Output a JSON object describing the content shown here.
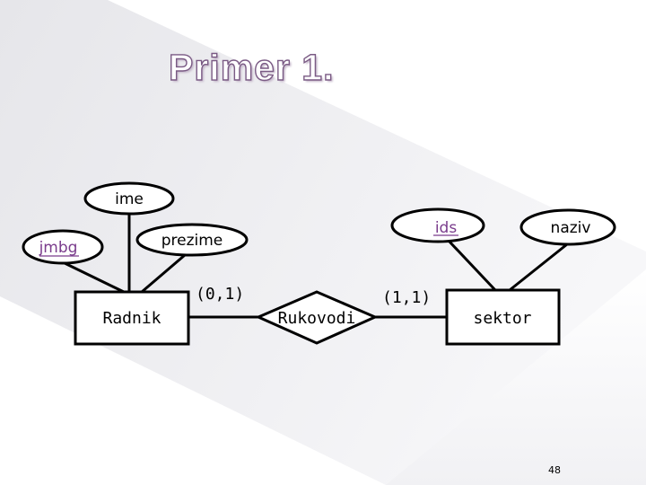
{
  "slide": {
    "title": "Primer 1.",
    "page_number": "48"
  },
  "diagram": {
    "entities": [
      {
        "id": "radnik",
        "label": "Radnik"
      },
      {
        "id": "sektor",
        "label": "sektor"
      }
    ],
    "relationships": [
      {
        "id": "rukovodi",
        "label": "Rukovodi"
      }
    ],
    "attributes": [
      {
        "id": "ime",
        "label": "ime",
        "entity": "radnik",
        "key": false
      },
      {
        "id": "jmbg",
        "label": "jmbg",
        "entity": "radnik",
        "key": true
      },
      {
        "id": "prezime",
        "label": "prezime",
        "entity": "radnik",
        "key": false
      },
      {
        "id": "ids",
        "label": "ids",
        "entity": "sektor",
        "key": true
      },
      {
        "id": "naziv",
        "label": "naziv",
        "entity": "sektor",
        "key": false
      }
    ],
    "cardinalities": [
      {
        "id": "card-radnik",
        "label": "(0,1)"
      },
      {
        "id": "card-sektor",
        "label": "(1,1)"
      }
    ]
  },
  "colors": {
    "title_outline": "#7a5a84",
    "key_attribute": "#7a3c8c",
    "background_shade": "#e9e9ed"
  }
}
